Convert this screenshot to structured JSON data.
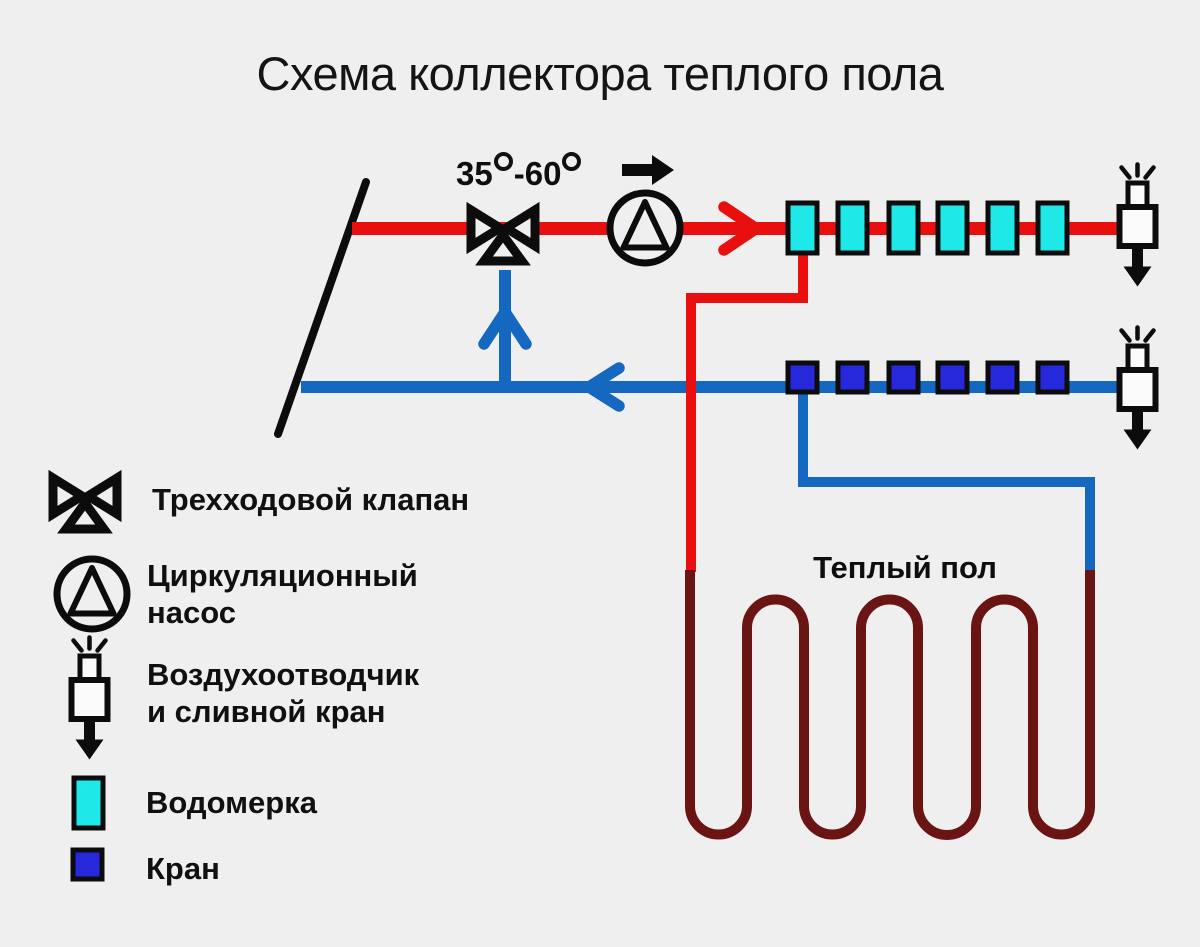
{
  "title": "Схема коллектора теплого пола",
  "schematic": {
    "temp": {
      "min": "35",
      "sep": "-",
      "max": "60"
    },
    "floor_label": "Теплый пол",
    "supply_flow_meter_count": 6,
    "return_valve_count": 6
  },
  "legend": {
    "items": [
      {
        "icon": "three-way-valve-icon",
        "label": "Трехходовой клапан"
      },
      {
        "icon": "circulation-pump-icon",
        "label": "Циркуляционный\nнасос"
      },
      {
        "icon": "air-vent-drain-icon",
        "label": "Воздухоотводчик\nи сливной кран"
      },
      {
        "icon": "flow-meter-icon",
        "label": "Водомерка"
      },
      {
        "icon": "valve-icon",
        "label": "Кран"
      }
    ]
  },
  "colors": {
    "supply": "#ea0f0f",
    "return": "#1568c0",
    "flow_meter": "#1fe8e8",
    "valve": "#2728dc",
    "floor_pipe": "#6b1414",
    "ink": "#0c0c0c",
    "background": "#f0eff0",
    "vent_fill": "#fbfbfb"
  }
}
